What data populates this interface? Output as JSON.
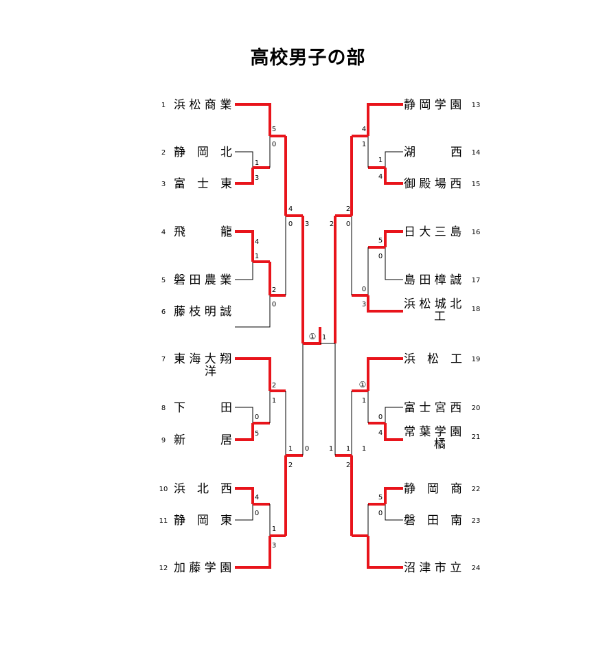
{
  "title": "高校男子の部",
  "colors": {
    "winner": "#e8141b",
    "loser": "#000000",
    "background": "#ffffff"
  },
  "left_teams": [
    {
      "seed": "1",
      "lines": [
        "浜 松 商 業"
      ]
    },
    {
      "seed": "2",
      "lines": [
        "静　岡　北"
      ]
    },
    {
      "seed": "3",
      "lines": [
        "富　士　東"
      ]
    },
    {
      "seed": "4",
      "lines": [
        "飛　　　龍"
      ]
    },
    {
      "seed": "5",
      "lines": [
        "磐 田 農 業"
      ]
    },
    {
      "seed": "6",
      "lines": [
        "藤 枝 明 誠"
      ]
    },
    {
      "seed": "7",
      "lines": [
        "東 海 大 翔",
        "洋"
      ]
    },
    {
      "seed": "8",
      "lines": [
        "下　　　田"
      ]
    },
    {
      "seed": "9",
      "lines": [
        "新　　　居"
      ]
    },
    {
      "seed": "10",
      "lines": [
        "浜　北　西"
      ]
    },
    {
      "seed": "11",
      "lines": [
        "静　岡　東"
      ]
    },
    {
      "seed": "12",
      "lines": [
        "加 藤 学 園"
      ]
    }
  ],
  "right_teams": [
    {
      "seed": "13",
      "lines": [
        "静 岡 学 園"
      ]
    },
    {
      "seed": "14",
      "lines": [
        "湖　　　西"
      ]
    },
    {
      "seed": "15",
      "lines": [
        "御 殿 場 西"
      ]
    },
    {
      "seed": "16",
      "lines": [
        "日 大 三 島"
      ]
    },
    {
      "seed": "17",
      "lines": [
        "島 田 樟 誠"
      ]
    },
    {
      "seed": "18",
      "lines": [
        "浜 松 城 北",
        "工"
      ]
    },
    {
      "seed": "19",
      "lines": [
        "浜　松　工"
      ]
    },
    {
      "seed": "20",
      "lines": [
        "富 士 宮 西"
      ]
    },
    {
      "seed": "21",
      "lines": [
        "常 葉 学 園",
        "橘"
      ]
    },
    {
      "seed": "22",
      "lines": [
        "静　岡　商"
      ]
    },
    {
      "seed": "23",
      "lines": [
        "磐　田　南"
      ]
    },
    {
      "seed": "24",
      "lines": [
        "沼 津 市 立"
      ]
    }
  ],
  "scores_left": {
    "r1_2v3": [
      "1",
      "3"
    ],
    "r1_4v5": [
      "4",
      "1"
    ],
    "r1_8v9": [
      "0",
      "5"
    ],
    "r1_10v11": [
      "4",
      "0"
    ],
    "r2_1": [
      "5",
      "0"
    ],
    "r2_6": [
      "2",
      "0"
    ],
    "r2_7": [
      "2",
      "1"
    ],
    "r2_12": [
      "1",
      "3"
    ],
    "r3_top": [
      "4",
      "0"
    ],
    "r3_bottom": [
      "1",
      "2"
    ],
    "semi": [
      "3",
      "0"
    ]
  },
  "scores_right": {
    "r1_14v15": [
      "1",
      "4"
    ],
    "r1_16v17": [
      "5",
      "0"
    ],
    "r1_20v21": [
      "0",
      "4"
    ],
    "r1_22v23": [
      "5",
      "0"
    ],
    "r2_13": [
      "4",
      "1"
    ],
    "r2_18": [
      "0",
      "3"
    ],
    "r2_19": [
      "①",
      "1"
    ],
    "r2_24": [
      "1",
      "2"
    ],
    "r3_top": [
      "2",
      "0"
    ],
    "r3_bottom": [
      "1",
      "1"
    ],
    "semi": [
      "2",
      "1"
    ]
  },
  "final": [
    "①",
    "1"
  ]
}
